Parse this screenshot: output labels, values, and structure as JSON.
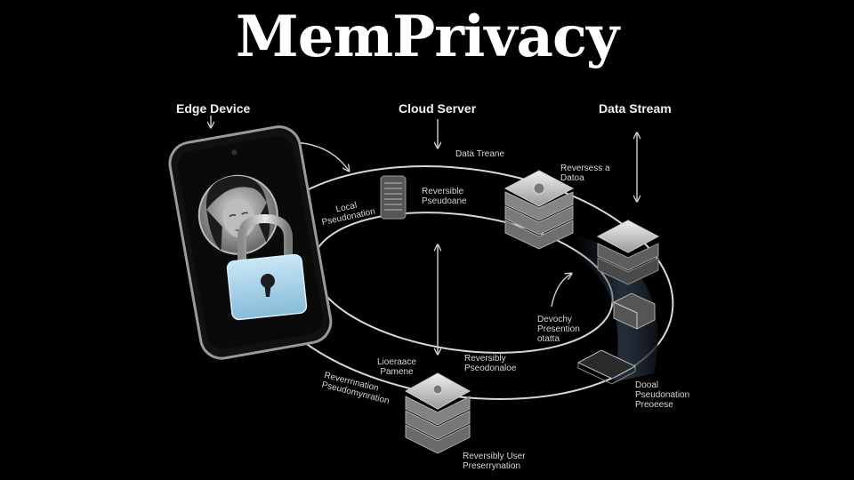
{
  "title": "MemPrivacy",
  "headers": {
    "edge": "Edge Device",
    "cloud": "Cloud Server",
    "stream": "Data Stream"
  },
  "labels": {
    "data_treane": "Data Treane",
    "reversess_data": "Reversess a\nDatoa",
    "local_pseudonation": "Local\nPseudonation",
    "reversible_pseudoane": "Reversible\nPseudoane",
    "devochy_presention": "Devochy\nPresention\notatta",
    "lioeraace_pamene": "Lioeraace\nPamene",
    "reversibly_pseodonaloe": "Reversibly\nPseodonaloe",
    "reverrnnation": "Reverrnnation\nPseudomynration",
    "dooal_pseudonation": "Dooal\nPseudonation\nPreoeese",
    "reversibly_user": "Reversibly User\nPreserrynation"
  },
  "colors": {
    "background": "#000000",
    "lock_body": "#a9d3ea",
    "ring": "#d8d8d8"
  },
  "icons": [
    "padlock-icon",
    "server-stack-icon",
    "phone-icon",
    "arrow-icon"
  ]
}
